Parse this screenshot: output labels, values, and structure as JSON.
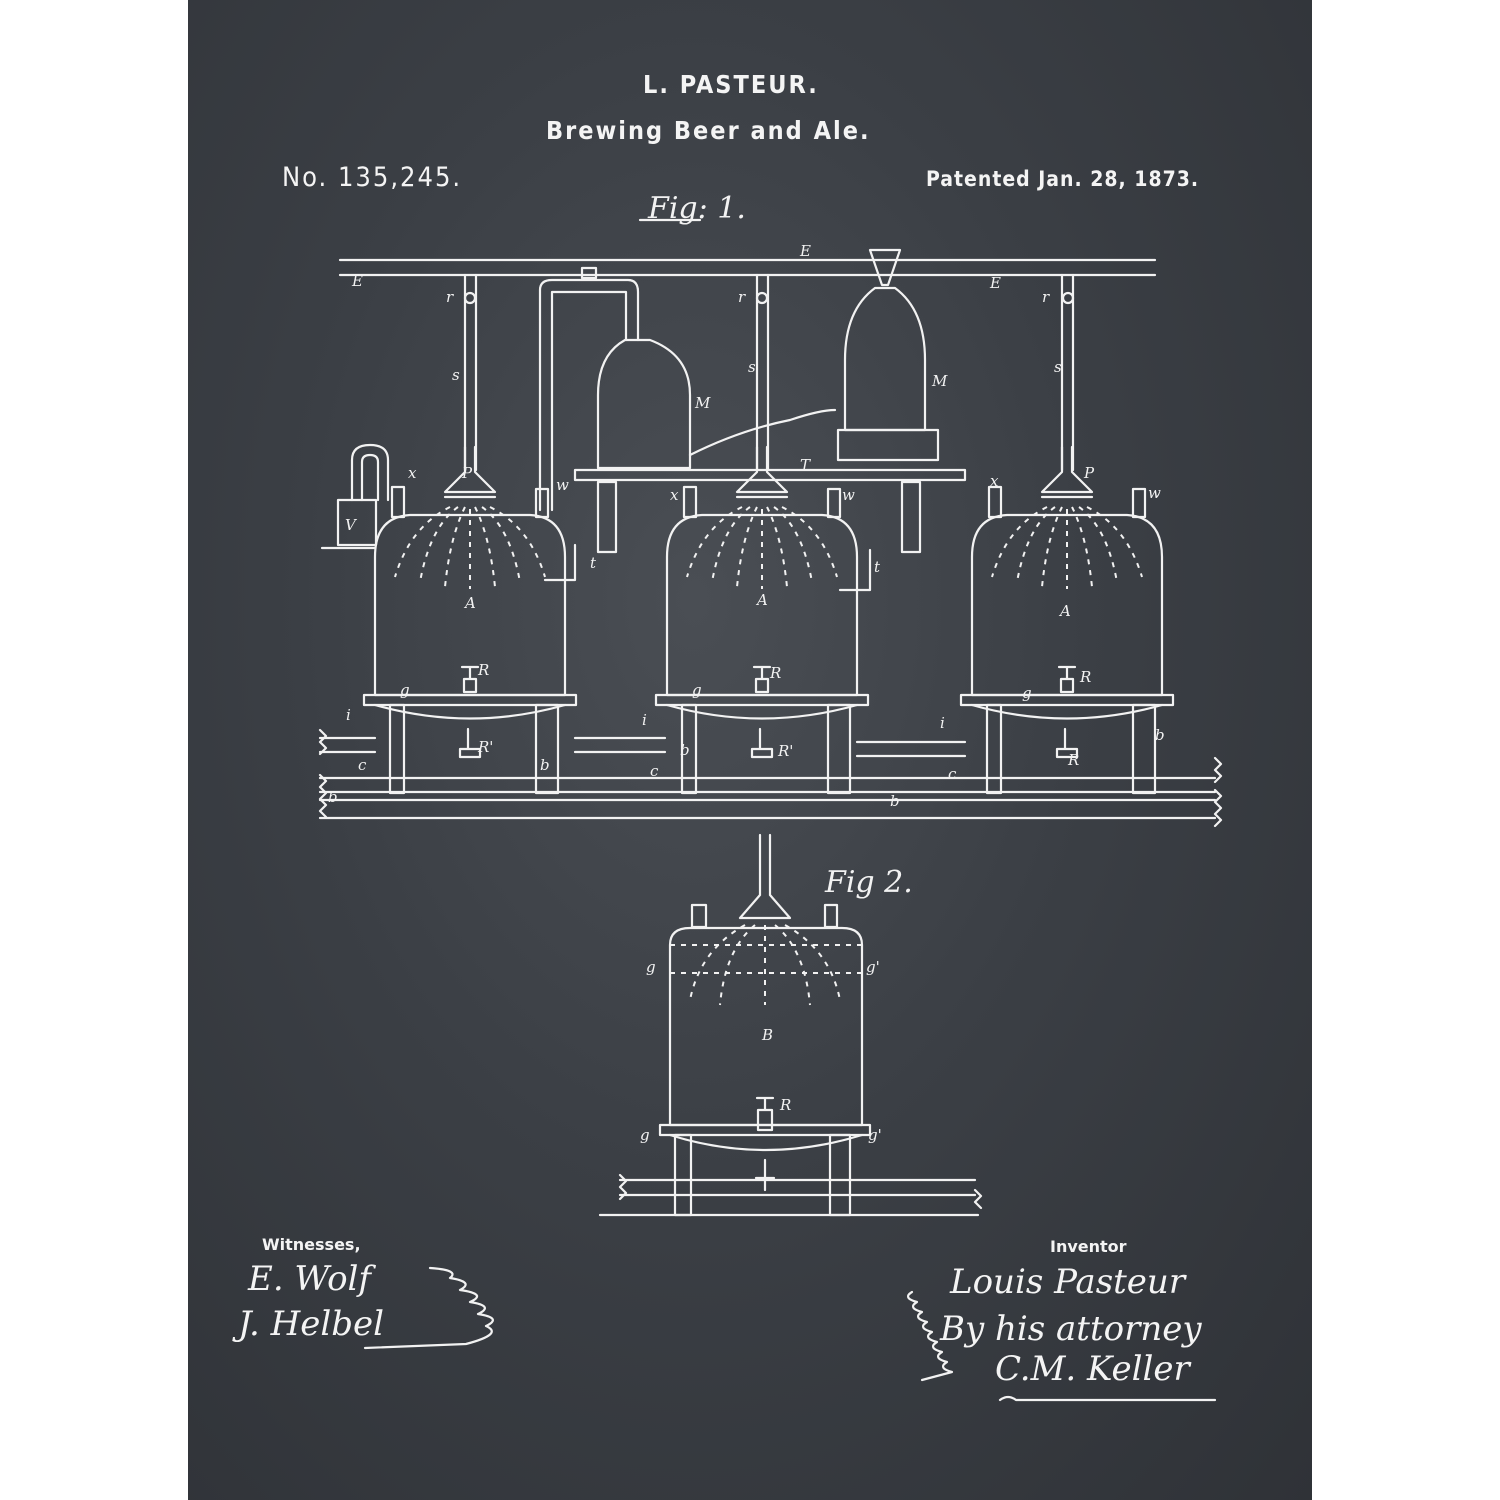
{
  "header": {
    "inventor": "L. PASTEUR.",
    "title": "Brewing Beer and Ale.",
    "patent_number": "No. 135,245.",
    "patent_date": "Patented Jan. 28, 1873."
  },
  "figures": {
    "fig1": "Fig: 1.",
    "fig2": "Fig 2."
  },
  "labels": {
    "E": "E",
    "r": "r",
    "s": "s",
    "M": "M",
    "T": "T",
    "P": "P",
    "x": "x",
    "w": "w",
    "V": "V",
    "t": "t",
    "A": "A",
    "R": "R",
    "R_prime": "R'",
    "g": "g",
    "g_prime": "g'",
    "i": "i",
    "b": "b",
    "c": "c",
    "B": "B"
  },
  "signatures": {
    "witnesses_label": "Witnesses,",
    "witness1": "E. Wolf",
    "witness2": "J. Helbel",
    "inventor_label": "Inventor",
    "inventor": "Louis Pasteur",
    "attorney_line": "By his attorney",
    "attorney": "C.M. Keller"
  }
}
